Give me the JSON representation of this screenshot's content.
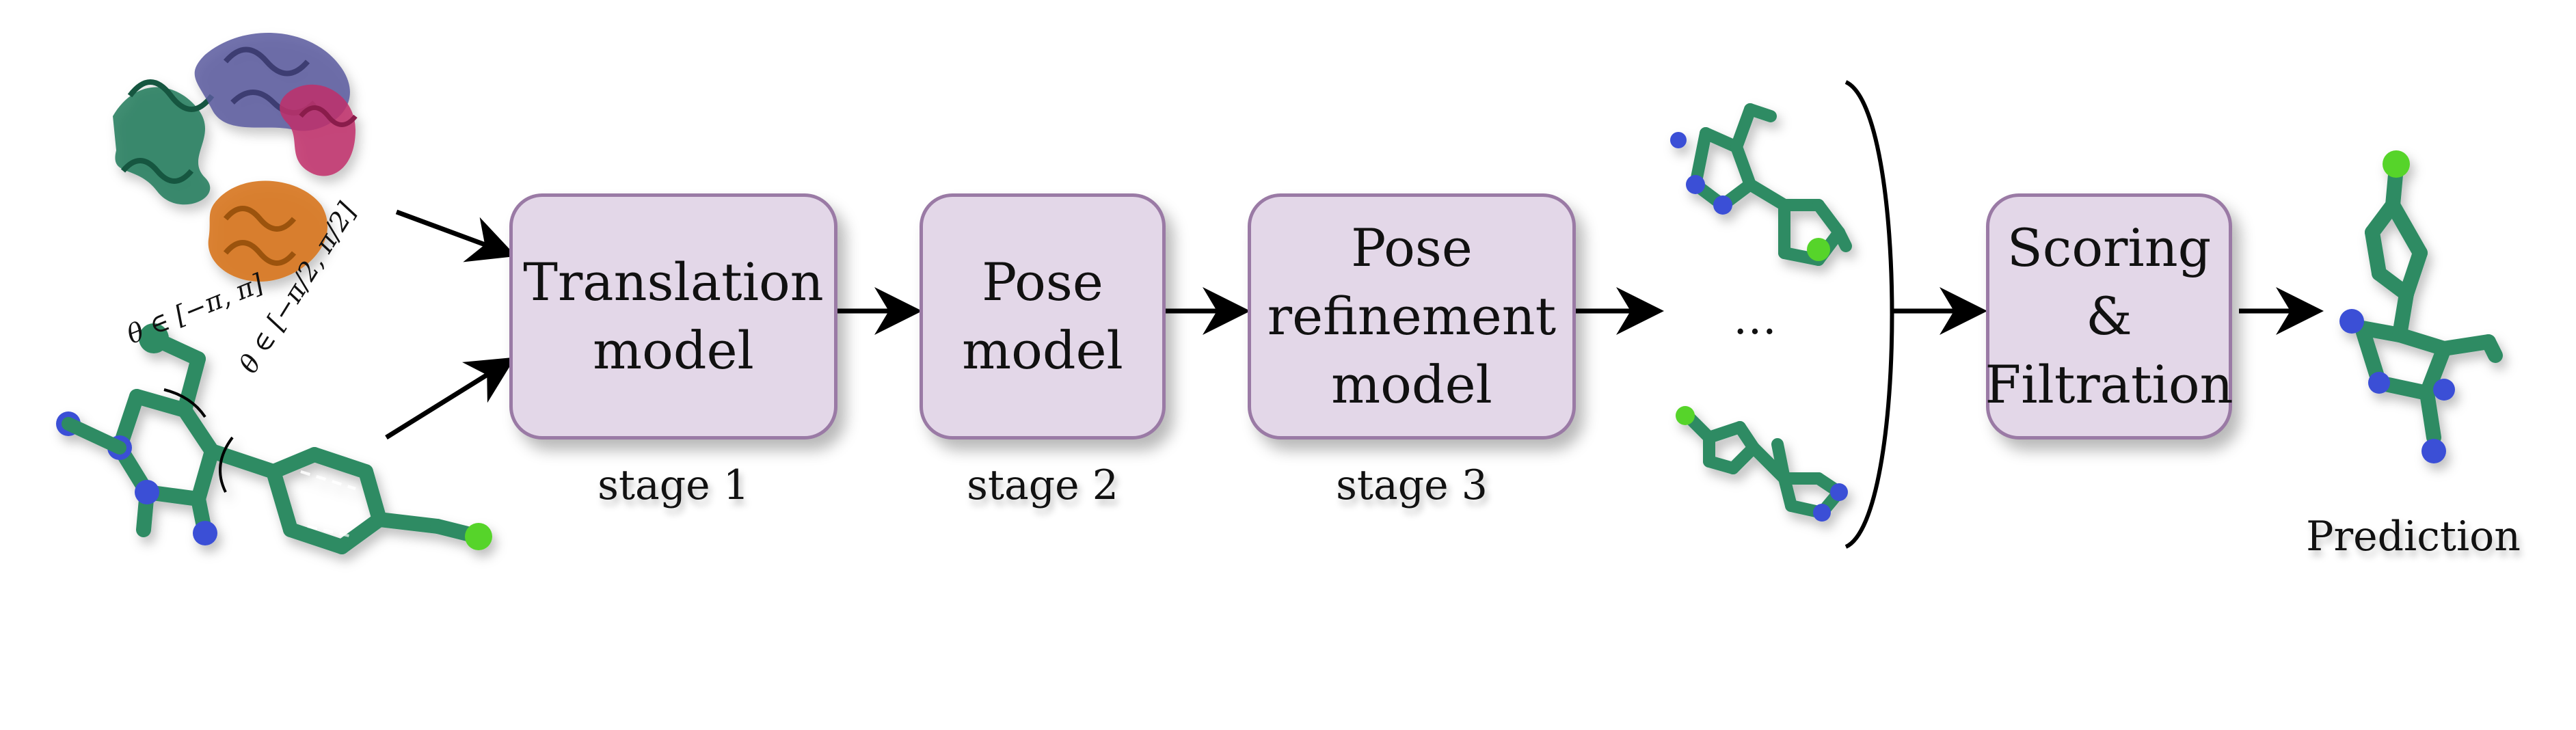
{
  "stages": [
    {
      "title_lines": [
        "Translation",
        "model"
      ],
      "label": "stage 1"
    },
    {
      "title_lines": [
        "Pose",
        "model"
      ],
      "label": "stage 2"
    },
    {
      "title_lines": [
        "Pose",
        "refinement",
        "model"
      ],
      "label": "stage 3"
    }
  ],
  "scoring": {
    "title_lines": [
      "Scoring",
      "&",
      "Filtration"
    ]
  },
  "candidates": {
    "ellipsis": "…"
  },
  "prediction": {
    "label": "Prediction"
  },
  "angles": {
    "theta1": "θ ∈ [−π, π]",
    "theta2": "θ ∈ [−π/2, π/2]"
  },
  "colors": {
    "box_fill": "#e3d7e8",
    "box_border": "#9a7aa5",
    "ligand": "#2e8b63",
    "nitrogen": "#3a4fd6",
    "chlorine": "#57d42a",
    "protein_green": "#1f7a5a",
    "protein_purple": "#5a5a9e",
    "protein_magenta": "#c0306a",
    "protein_orange": "#d7761c"
  }
}
